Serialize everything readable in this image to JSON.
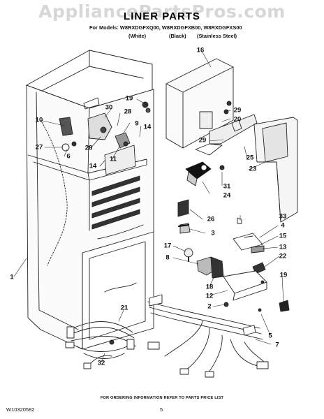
{
  "watermark": "AppliancePartsPros.com",
  "title": "LINER PARTS",
  "models_line": "For Models: W8RXDGFXQ00, W8RXDGFXB00, W8RXDGFXS00",
  "variants": [
    "(White)",
    "(Black)",
    "(Stainless Steel)"
  ],
  "callouts": [
    "16",
    "19",
    "30",
    "28",
    "10",
    "9",
    "29",
    "20",
    "14",
    "27",
    "6",
    "28",
    "29",
    "25",
    "23",
    "11",
    "14",
    "31",
    "24",
    "26",
    "33",
    "4",
    "3",
    "15",
    "17",
    "13",
    "8",
    "22",
    "1",
    "18",
    "12",
    "19",
    "21",
    "2",
    "5",
    "7",
    "32"
  ],
  "footer_note": "FOR ORDERING INFORMATION REFER TO PARTS PRICE LIST",
  "document_number": "W10320582",
  "page_number": "5"
}
